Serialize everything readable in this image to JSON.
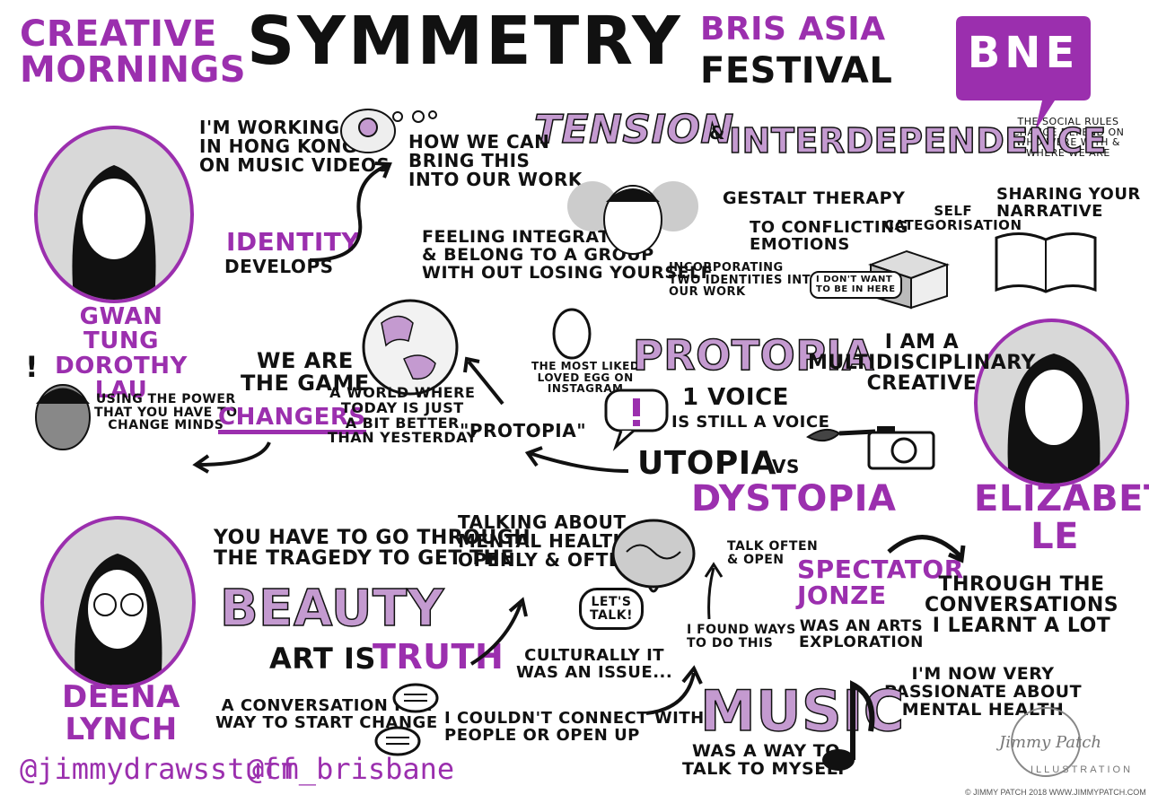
{
  "header": {
    "creative_mornings": "CREATIVE\nMORNINGS",
    "title": "SYMMETRY",
    "bris_asia": "BRIS ASIA",
    "festival": "FESTIVAL",
    "bne_badge": "BNE",
    "bne_note": "the social rules change depend on who were with & where we are"
  },
  "subtitle": {
    "tension": "TENSION",
    "amp": "&",
    "interdependence": "INTERDEPENDENCE"
  },
  "speakers": {
    "gwan": "GWAN TUNG\nDOROTHY LAU",
    "elizabeth": "ELIZABETH\nLE",
    "deena": "DEENA\nLYNCH"
  },
  "notes": {
    "working_hk": "I'M WORKING\nIN HONG KONG\nON MUSIC VIDEOS",
    "how_we_can": "HOW WE CAN\nBRING this\nINTO OUR WORK",
    "identity": "IDENTITY",
    "develops": "DEVELOPS",
    "feeling_integrated": "FEELING INTEGRATED\n& BELONG to A GROUP\nWITH OUT LOSING YOURSELF",
    "gestalt": "GESTALT THERAPY",
    "conflicting": "TO CONFLICTING\nEMOTIONS",
    "self_cat": "SELF\nCATEGORISATION",
    "dont_want": "I DON'T WANT\nTO BE IN HERE",
    "incorporating": "INCORPORATING\nTWO IDENTITIES INTO\nOUR WORK",
    "sharing": "SHARING YOUR\nNARRATIVE",
    "we_are": "WE ARE\nthe GAME",
    "changers": "CHANGERS",
    "using_power": "USING the POWER\nTHAT YOU HAVE to\nCHANGE MINDS",
    "world_where": "A WORLD WHERE\nTODAY IS JUST\nA BIT BETTER\nTHAN YESTERDAY",
    "protopia_quote": "\"PROTOPIA\"",
    "egg": "THE MOST LIKED\nLOVED EGG ON\nINSTAGRAM",
    "protopia": "PROTOPIA",
    "one_voice": "1 VOICE",
    "still_voice": "IS STILL A VOICE",
    "utopia": "UTOPIA",
    "vs": "VS",
    "dystopia": "DYSTOPIA",
    "multidisciplinary": "I AM A\nMULTIDISCIPLINARY\nCREATIVE",
    "tragedy": "YOU HAVE to GO THROUGH\nthe TRAGEDY to GET the",
    "beauty": "BEAUTY",
    "art_is": "ART IS",
    "truth": "TRUTH",
    "talking_mental": "TALKING ABOUT\nMENTAL HEALTH\nOPENLY & OFTEN",
    "lets_talk": "LET'S\nTALK!",
    "culturally": "CULTURALLY IT\nWAS AN ISSUE...",
    "conversation": "A CONVERSATION IS A\nWAY to START CHANGE",
    "couldnt_connect": "I COULDN'T CONNECT WITH\nPEOPLE OR OPEN UP",
    "talk_often": "TALK OFTEN\n& OPEN",
    "found_ways": "I FOUND WAYS\nto DO THIS",
    "spectator": "SPECTATOR\nJONZE",
    "arts_exploration": "WAS AN ARTS\nEXPLORATION",
    "through_conv": "THROUGH the\nCONVERSATIONS\nI LEARNT A LOT",
    "passionate": "I'M NOW VERY\nPASSIONATE ABOUT\nMENTAL HEALTH",
    "music": "MUSIC",
    "music_way": "WAS A WAY TO\nTALK to MYSELF"
  },
  "footer": {
    "handle1": "@jimmydrawsstuff",
    "handle2": "@cm_brisbane",
    "signature": "Jimmy Patch",
    "illustration": "ILLUSTRATION",
    "copyright": "© JIMMY PATCH 2018   WWW.JIMMYPATCH.COM"
  },
  "colors": {
    "accent": "#9b2fae",
    "accent_light": "#c49ad0",
    "ink": "#111111"
  },
  "icons": [
    "lightbulb-icon",
    "thought-bubble-icon",
    "globe-icon",
    "egg-icon",
    "exclamation-speech-icon",
    "box-icon",
    "book-icon",
    "paintbrush-icon",
    "camera-icon",
    "brain-icon",
    "speech-bubbles-icon",
    "music-note-icon"
  ]
}
